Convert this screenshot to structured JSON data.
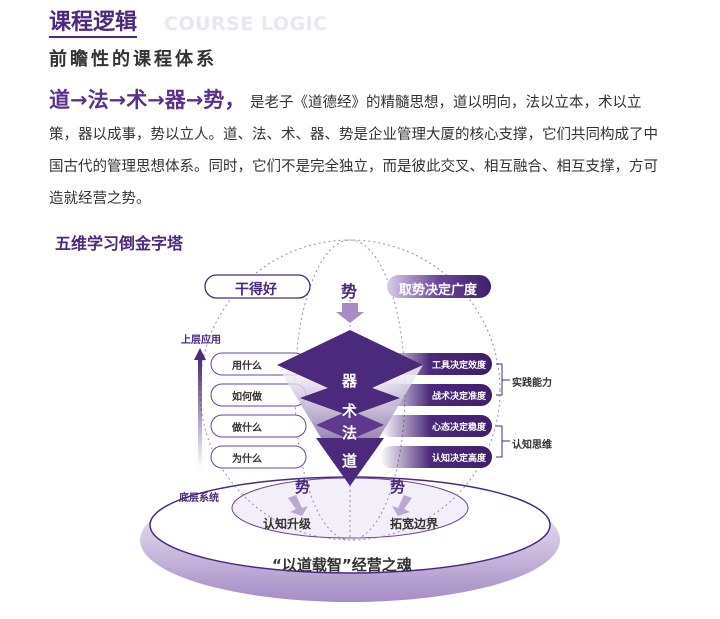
{
  "header": {
    "title": "课程逻辑",
    "title_en": "COURSE LOGIC",
    "subtitle": "前瞻性的课程体系"
  },
  "intro": {
    "highlight": "道→法→术→器→势，",
    "text": "是老子《道德经》的精髓思想，道以明向，法以立本，术以立策，器以成事，势以立人。道、法、术、器、势是企业管理大厦的核心支撑，它们共同构成了中国古代的管理思想体系。同时，它们不是完全独立，而是彼此交叉、相互融合、相互支撑，方可造就经营之势。"
  },
  "diagram": {
    "title": "五维学习倒金字塔",
    "top_left": "干得好",
    "top_center": "势",
    "top_right": "取势决定广度",
    "upper": "上层应用",
    "bottom": "底层系统",
    "left_items": [
      "用什么",
      "如何做",
      "做什么",
      "为什么"
    ],
    "layers": [
      "器",
      "术",
      "法",
      "道"
    ],
    "right_items": [
      "工具决定效度",
      "战术决定准度",
      "心态决定稳度",
      "认知决定高度"
    ],
    "groups": [
      "实践能力",
      "认知思维"
    ],
    "shi_left": "势",
    "shi_right": "势",
    "out_left": "认知升级",
    "out_right": "拓宽边界",
    "base": "“以道载智”经营之魂",
    "colors": {
      "primary": "#4b2a7b",
      "light": "#efeaf5"
    }
  }
}
